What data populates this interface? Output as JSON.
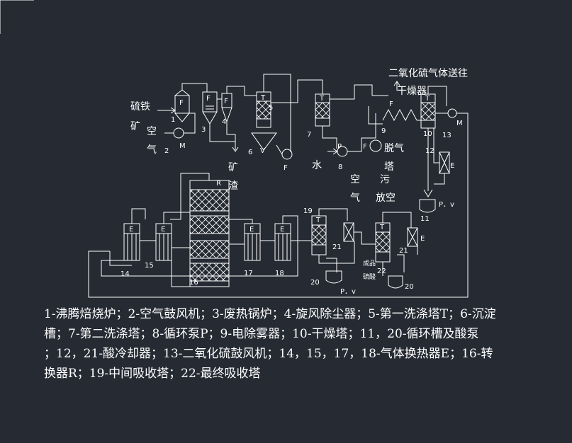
{
  "colors": {
    "background": "#252a33",
    "line": "#ffffff"
  },
  "labels": {
    "pyrite": "硫铁",
    "ore": "矿",
    "air_left_1": "空",
    "air_left_2": "气",
    "so2_to_dryer_1": "二氧化硫气体送往",
    "so2_to_dryer_2": "干燥器",
    "slag_1": "矿",
    "slag_2": "渣",
    "water": "水",
    "desorb_1": "脱气",
    "desorb_2": "塔",
    "sewage_1": "污",
    "sewage_2": "放空",
    "air_right_1": "空",
    "air_right_2": "气",
    "finished_acid_1": "成品",
    "finished_acid_2": "硫酸",
    "pv_top": "P．v",
    "pv_bottom": "P．v"
  },
  "equipment": {
    "F": "F",
    "T": "T",
    "E": "E",
    "M": "M",
    "V": "V",
    "P": "P",
    "R": "R",
    "n1": "1",
    "n2": "2",
    "n3": "3",
    "n4": "4",
    "n5": "5",
    "n6": "6",
    "n7": "7",
    "n8": "8",
    "n9": "9",
    "n10": "10",
    "n11": "11",
    "n12": "12",
    "n13": "13",
    "n14": "14",
    "n15": "15",
    "n16": "16",
    "n17": "17",
    "n18": "18",
    "n19": "19",
    "n20a": "20",
    "n20b": "20",
    "n21a": "21",
    "n21b": "21",
    "n22": "22"
  },
  "legend": {
    "line1": "1-沸腾焙烧炉；2-空气鼓风机；3-废热锅炉；4-旋风除尘器；5-第一洗涤塔T；6-沉淀",
    "line2": "槽；7-第二洗涤塔；8-循环泵P；9-电除雾器；10-干燥塔；11，20-循环槽及酸泵",
    "line3": "；12，21-酸冷却器；13-二氧化硫鼓风机；14，15，17，18-气体换热器E；16-转",
    "line4": "换器R；19-中间吸收塔；22-最终吸收塔"
  }
}
